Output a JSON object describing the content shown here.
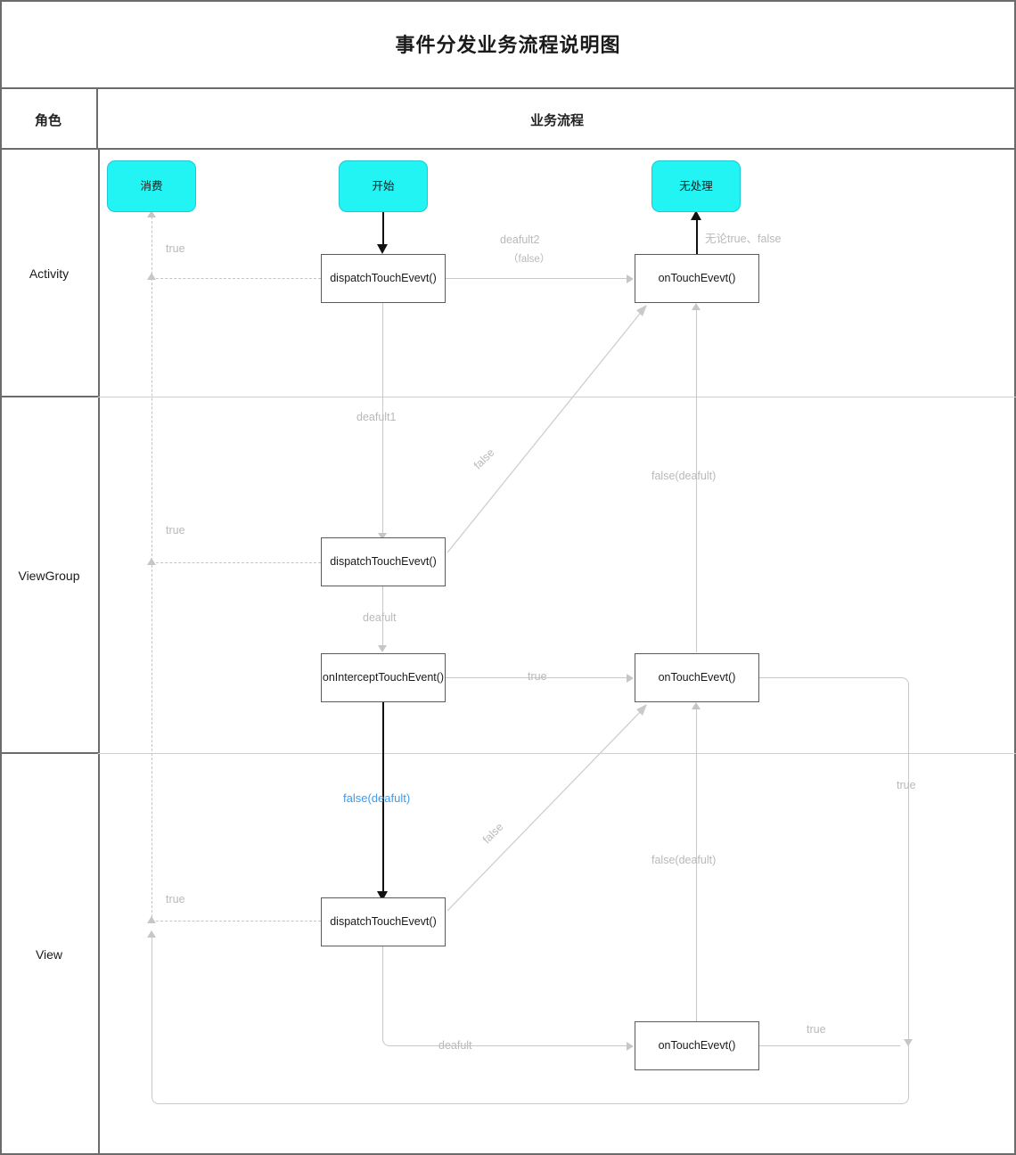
{
  "title": "事件分发业务流程说明图",
  "columns": {
    "role_header": "角色",
    "flow_header": "业务流程"
  },
  "lanes": [
    {
      "name": "activity",
      "label": "Activity"
    },
    {
      "name": "viewgroup",
      "label": "ViewGroup"
    },
    {
      "name": "view",
      "label": "View"
    }
  ],
  "nodes": {
    "consume": "消费",
    "start": "开始",
    "no_handle": "无处理",
    "activity_dispatch": "dispatchTouchEvevt()",
    "activity_ontouch": "onTouchEvevt()",
    "viewgroup_dispatch": "dispatchTouchEvevt()",
    "viewgroup_onintercept": "onInterceptTouchEvent()",
    "viewgroup_ontouch": "onTouchEvevt()",
    "view_dispatch": "dispatchTouchEvevt()",
    "view_ontouch": "onTouchEvevt()"
  },
  "labels": {
    "activity_true": "true",
    "activity_default2_line1": "deafult2",
    "activity_default2_line2": "（false）",
    "no_matter": "无论true、false",
    "viewgroup_default1": "deafult1",
    "viewgroup_true_left": "true",
    "viewgroup_false_diag": "false",
    "viewgroup_default": "deafult",
    "viewgroup_intercept_true": "true",
    "activity_false_default": "false(deafult)",
    "view_false_default_blue": "false(deafult)",
    "view_false_diag": "false",
    "view_true_left": "true",
    "viewgroup_false_default": "false(deafult)",
    "view_default_bottom": "deafult",
    "view_true_right": "true",
    "right_true": "true"
  },
  "colors": {
    "terminator_fill": "#22F3F3",
    "blue_label": "#3d9bf0",
    "connector_gray": "#c8c8c8",
    "frame": "#6b6b6b"
  }
}
